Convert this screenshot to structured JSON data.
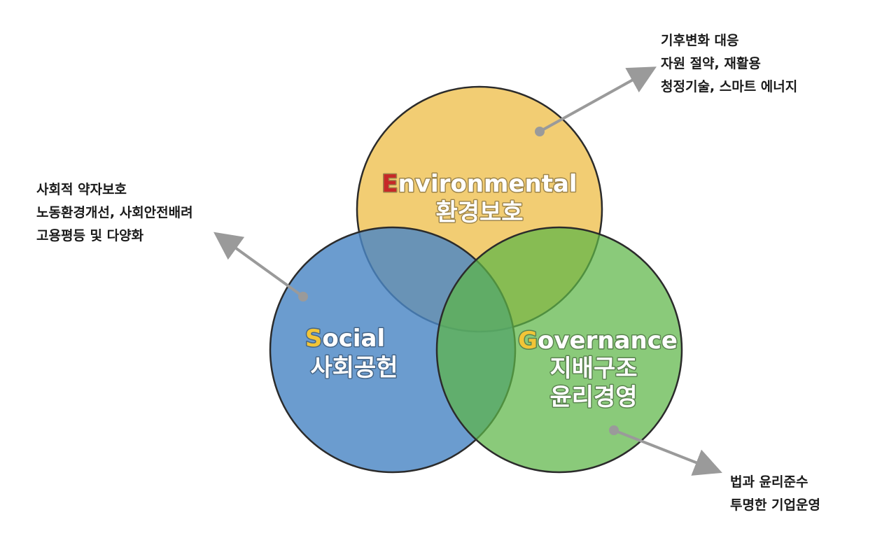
{
  "colors": {
    "environmental_fill": "#F0C45A",
    "social_fill": "#4A86C5",
    "governance_fill": "#5DB547",
    "stroke": "#2b2b2b",
    "arrow": "#9a9a9a",
    "accent_e": "#C62828",
    "accent_s": "#F2C537",
    "accent_g": "#F2C537"
  },
  "environmental": {
    "initial": "E",
    "rest": "nvironmental",
    "korean": "환경보호",
    "notes": [
      "기후변화 대응",
      "자원 절약, 재활용",
      "청정기술, 스마트 에너지"
    ]
  },
  "social": {
    "initial": "S",
    "rest": "ocial",
    "korean": "사회공헌",
    "notes": [
      "사회적 약자보호",
      "노동환경개선, 사회안전배려",
      "고용평등 및 다양화"
    ]
  },
  "governance": {
    "initial": "G",
    "rest": "overnance",
    "korean_1": "지배구조",
    "korean_2": "윤리경영",
    "notes": [
      "법과 윤리준수",
      "투명한 기업운영"
    ]
  }
}
